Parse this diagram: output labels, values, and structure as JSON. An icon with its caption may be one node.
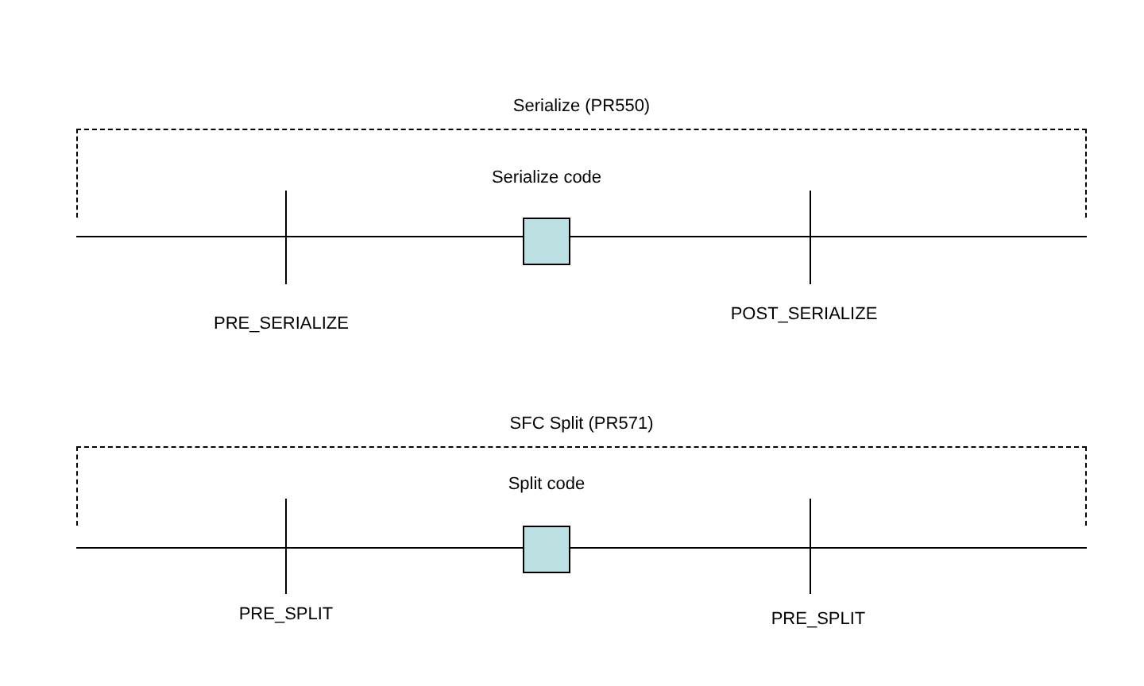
{
  "diagram": {
    "nodes": [
      {
        "text": [
          "Serialize (PR550)"
        ]
      },
      {
        "text": [
          "Serialize code"
        ]
      },
      {
        "text": [
          "SFC Split (PR571)"
        ]
      },
      {
        "text": [
          "Split code"
        ]
      }
    ],
    "labels": [
      "PRE_SERIALIZE",
      "POST_SERIALIZE",
      "PRE_SPLIT",
      "PRE_SPLIT"
    ]
  }
}
